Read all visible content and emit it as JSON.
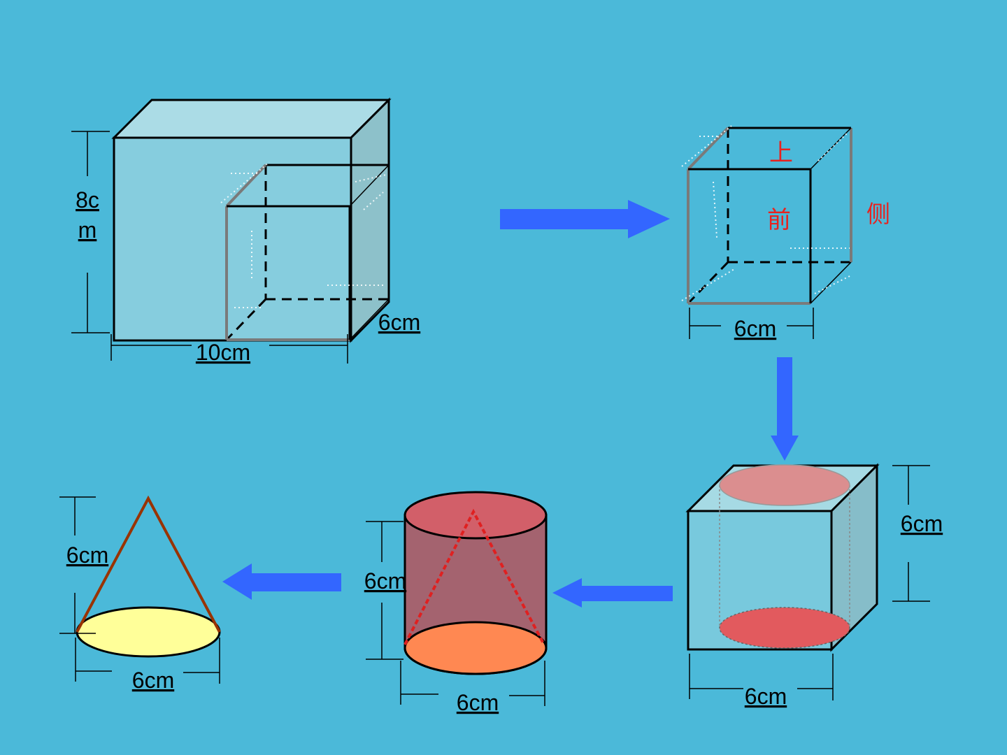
{
  "colors": {
    "background": "#4BB9D9",
    "arrow": "#3366FF",
    "face_label": "#E8221E",
    "box_front": "#86CDDE",
    "box_top": "#ABDCE6",
    "box_side": "#8DC1CA",
    "cylinder_top": "#D25F69",
    "cylinder_body": "#A4636F",
    "cylinder_bottom": "#FF8852",
    "cone_base": "#FFFF99",
    "cone_side": "#993300"
  },
  "cuboid": {
    "height_label_line1": "8c",
    "height_label_line2": "m",
    "length_label": "10cm",
    "depth_label": "6cm"
  },
  "cube": {
    "edge_label": "6cm",
    "top_face_label": "上",
    "front_face_label": "前",
    "side_face_label": "侧"
  },
  "cube_with_cylinder": {
    "height_label": "6cm",
    "width_label": "6cm"
  },
  "cylinder": {
    "height_label": "6cm",
    "diameter_label": "6cm"
  },
  "cone": {
    "height_label": "6cm",
    "diameter_label": "6cm"
  },
  "arrows": [
    {
      "direction": "right",
      "icon": "arrow-right-icon"
    },
    {
      "direction": "down",
      "icon": "arrow-down-icon"
    },
    {
      "direction": "left",
      "icon": "arrow-left-icon"
    },
    {
      "direction": "left",
      "icon": "arrow-left-icon"
    }
  ]
}
